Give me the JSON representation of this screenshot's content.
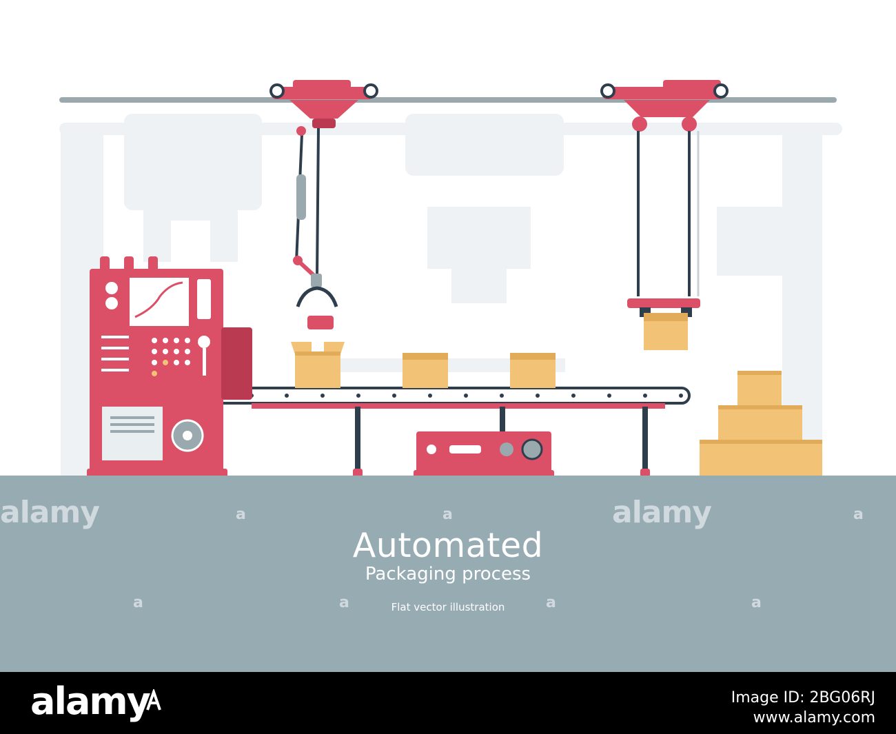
{
  "illustration": {
    "title": "Automated",
    "subtitle": "Packaging process",
    "caption": "Flat vector illustration"
  },
  "watermarks": {
    "word": "alamy",
    "glyph": "a"
  },
  "footer": {
    "logo_text": "alamy",
    "image_id": "Image ID: 2BG06RJ",
    "url": "www.alamy.com"
  },
  "colors": {
    "machine_red": "#db4f67",
    "machine_red_dark": "#b93a51",
    "rail_gray": "#9aa9ad",
    "ghost_background": "#eef2f5",
    "box_tan": "#f2c277",
    "box_shadow": "#e2ab59",
    "floor": "#97abb3",
    "belt_dark": "#2f3e4c",
    "panel_white": "#e9eef1"
  }
}
